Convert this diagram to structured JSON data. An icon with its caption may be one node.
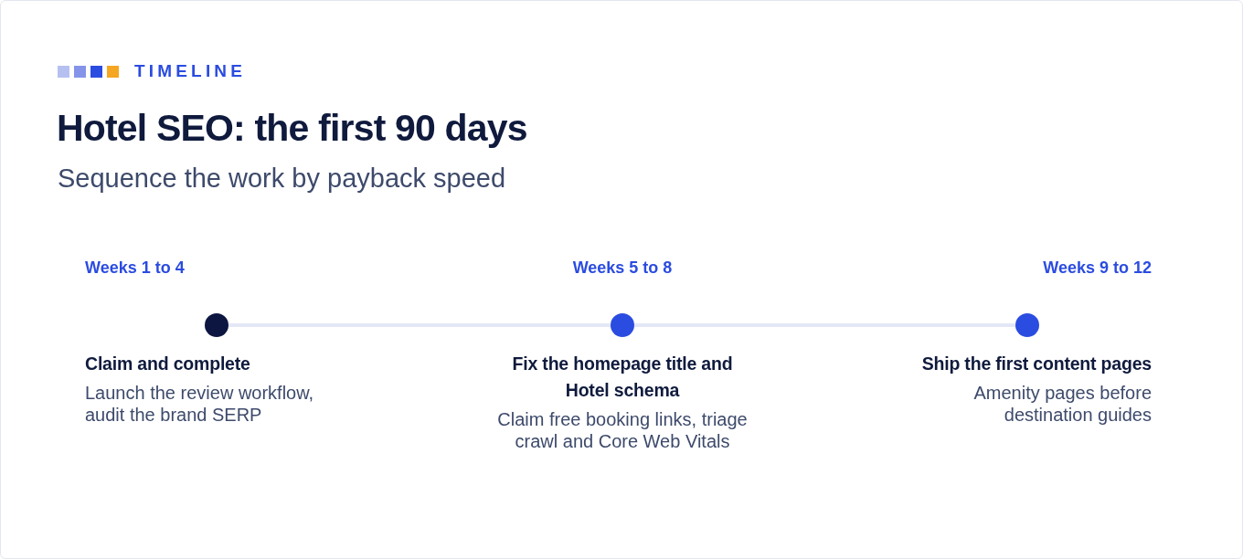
{
  "diagram": {
    "title": "Hotel SEO: the first 90 days",
    "nodes": [
      {
        "text": [],
        "shape": "circle",
        "beside": [
          "Weeks 1 to 4",
          "Claim and complete",
          "Launch the review workflow, audit the brand SERP"
        ]
      },
      {
        "text": [],
        "shape": "circle",
        "beside": [
          "Weeks 5 to 8",
          "Fix the homepage title and Hotel schema",
          "Claim free booking links, triage crawl and Core Web Vitals"
        ]
      },
      {
        "text": [],
        "shape": "circle",
        "beside": [
          "Weeks 9 to 12",
          "Ship the first content pages",
          "Amenity pages before destination guides"
        ]
      }
    ],
    "edges": [
      {
        "from": 0,
        "to": 1,
        "arrow": "none"
      },
      {
        "from": 1,
        "to": 2,
        "arrow": "none"
      }
    ],
    "labels": [
      "TIMELINE",
      "Sequence the work by payback speed"
    ]
  }
}
